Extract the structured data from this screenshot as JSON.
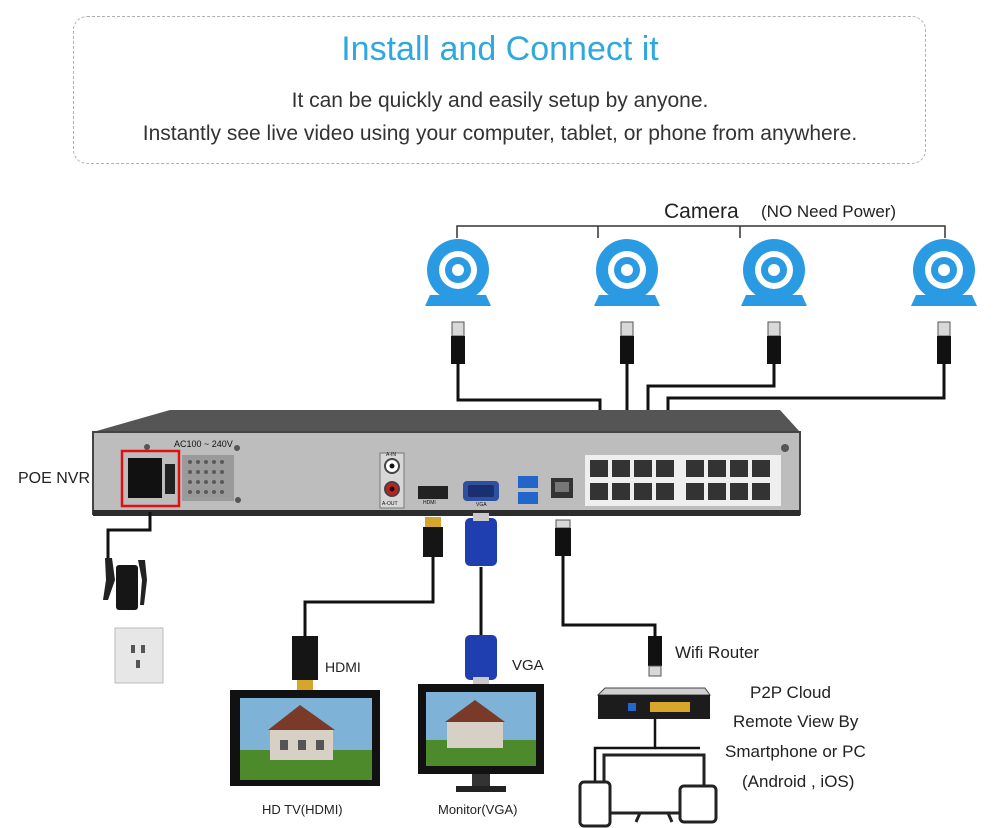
{
  "header": {
    "title": "Install and Connect it",
    "line1": "It can be quickly and easily setup by anyone.",
    "line2": "Instantly see live video using your computer, tablet, or phone from anywhere."
  },
  "diagram": {
    "camera_label": "Camera",
    "camera_note": "(NO Need Power)",
    "nvr_label": "POE NVR",
    "power_rating": "AC100 ~ 240V",
    "audio_in_label": "A-IN",
    "audio_out_label": "A-OUT",
    "hdmi_port_label": "HDMI",
    "vga_port_label": "VGA",
    "hdmi_label": "HDMI",
    "vga_label": "VGA",
    "router_label": "Wifi Router",
    "hdtv_label": "HD TV(HDMI)",
    "monitor_label": "Monitor(VGA)",
    "cloud_line1": "P2P Cloud",
    "cloud_line2": "Remote View By",
    "cloud_line3": "Smartphone or PC",
    "cloud_line4": "(Android , iOS)"
  },
  "colors": {
    "title": "#2fa8e0",
    "camera": "#2a9be3",
    "vga": "#1f3fb0",
    "power_highlight": "#e01010"
  }
}
